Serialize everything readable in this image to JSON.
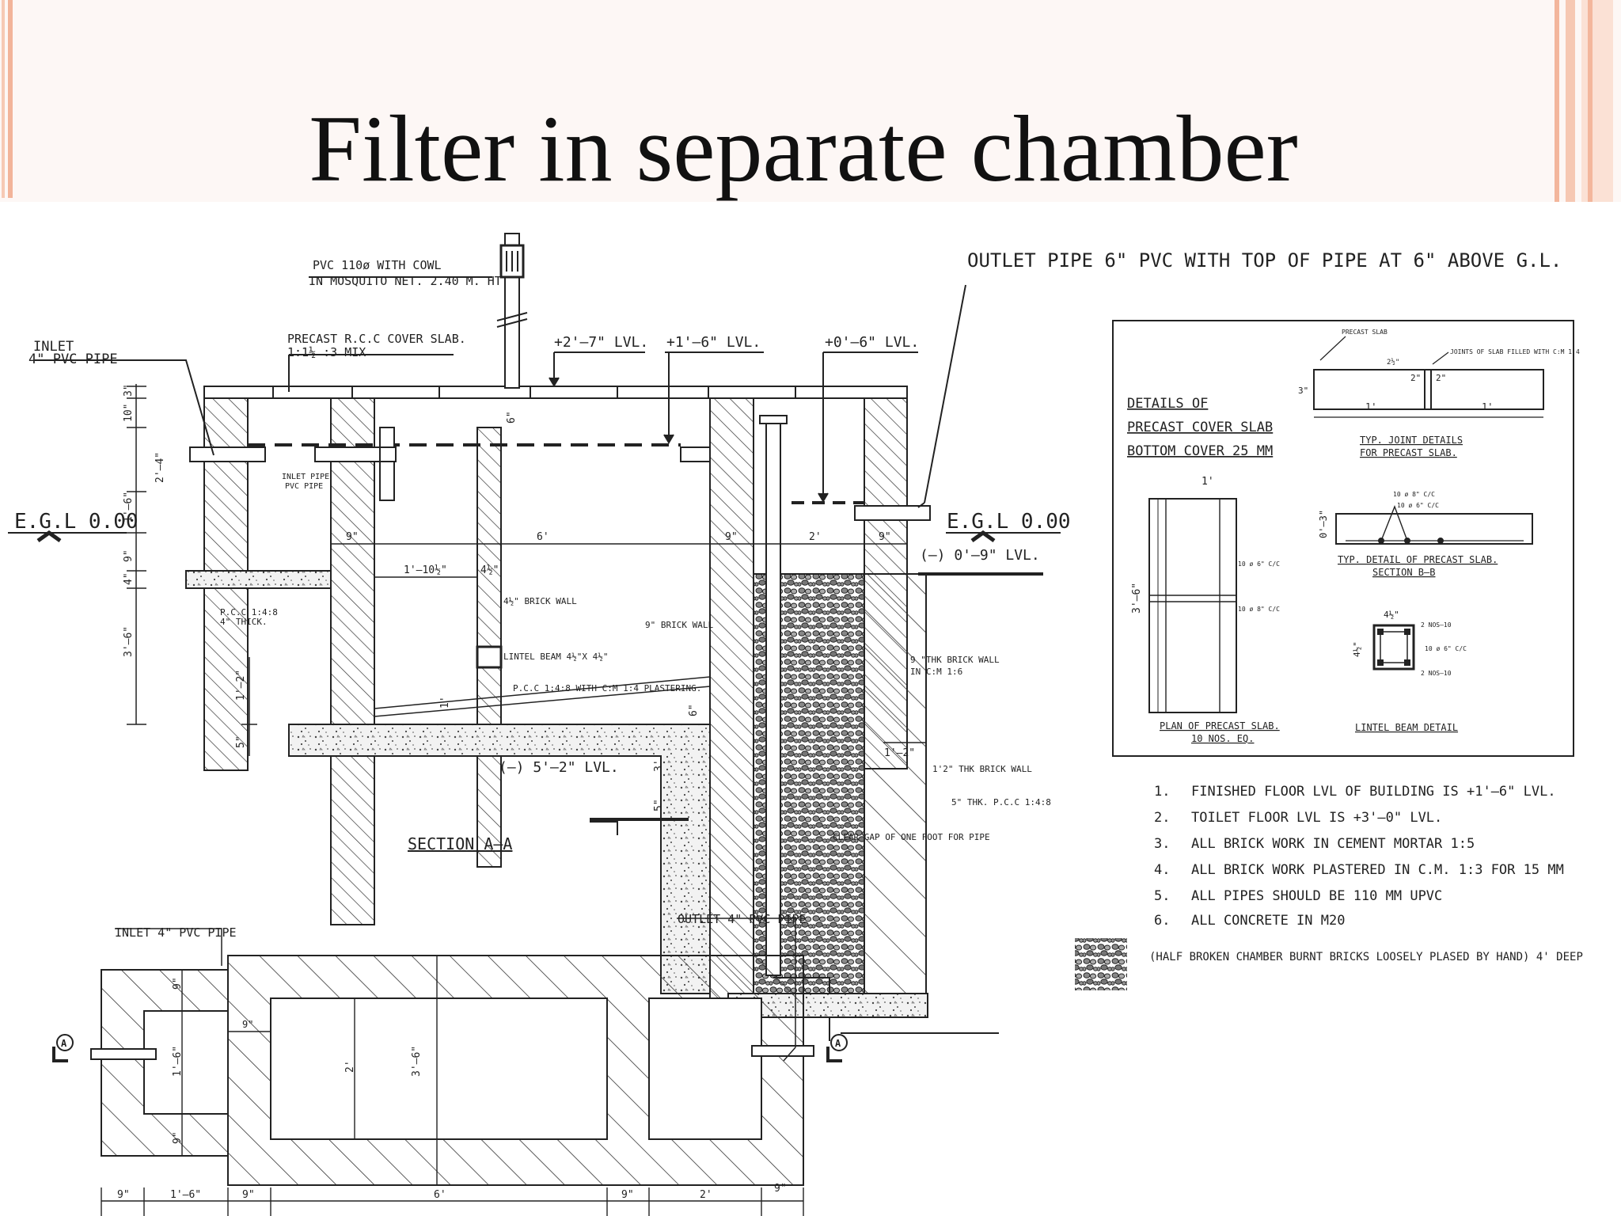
{
  "page": {
    "title": "Filter in separate chamber"
  },
  "section": {
    "pvc_cowl_line1": "PVC 110ø WITH COWL",
    "pvc_cowl_line2": "IN MOSQUITO NET. 2.40 M. HT",
    "inlet_line1": "INLET",
    "inlet_line2": "4\" PVC PIPE",
    "cover_slab_line1": "PRECAST R.C.C COVER SLAB.",
    "cover_slab_line2": "1:1½ :3 MIX",
    "lvl_a": "+2'–7\" LVL.",
    "lvl_b": "+1'–6\" LVL.",
    "lvl_c": "+0'–6\" LVL.",
    "outlet_note": "OUTLET PIPE 6\" PVC WITH TOP OF PIPE AT 6\" ABOVE G.L.",
    "egl_left": "E.G.L 0.00",
    "egl_right": "E.G.L 0.00",
    "lvl_minus9": "(–) 0'–9\" LVL.",
    "lvl_minus52": "(–) 5'–2\" LVL.",
    "inlet_pipe_line1": "INLET PIPE",
    "inlet_pipe_line2": "PVC PIPE",
    "pcc_line1": "P.C.C 1:4:8",
    "pcc_line2": "4\" THICK.",
    "brick_45": "4½\" BRICK WALL",
    "brick_9": "9\" BRICK WALL",
    "lintel": "LINTEL BEAM 4½\"X 4½\"",
    "pcc_plaster": "P.C.C 1:4:8 WITH C:M 1:4 PLASTERING.",
    "thk_brick_line1": "9 \"THK BRICK WALL",
    "thk_brick_line2": "IN C:M 1:6",
    "thk_12": "1'2\" THK BRICK WALL",
    "pcc_5": "5\" THK. P.C.C 1:4:8",
    "clear_gap": "CLEAR GAP OF ONE FOOT FOR PIPE",
    "section_label": "SECTION A–A",
    "dims": {
      "d9a": "9\"",
      "d1105": "1'–10½\"",
      "d45": "4½\"",
      "d6": "6'",
      "d9b": "9\"",
      "d2": "2'",
      "d9c": "9\"",
      "v3": "3\"",
      "v10": "10\"",
      "v24": "2'–4\"",
      "v16": "1'–6\"",
      "v9": "9\"",
      "v4": "4\"",
      "v36": "3'–6\"",
      "v12": "1'–2\"",
      "v5": "5\"",
      "v1": "1'",
      "v6": "6\"",
      "v6b": "6\"",
      "v3b": "3'",
      "v5b": "5\"",
      "h12": "1'–2\""
    }
  },
  "details": {
    "heading_line1": "DETAILS OF",
    "heading_line2": "PRECAST COVER SLAB",
    "heading_line3": "BOTTOM COVER 25 MM",
    "precast_slab": "PRECAST SLAB",
    "joints_note": "JOINTS OF SLAB FILLED WITH C:M 1:4",
    "joint_d1": "2\"",
    "joint_d2": "2\"",
    "joint_d3": "1'",
    "joint_d4": "1'",
    "joint_d5": "3\"",
    "joint_d6": "2½\"",
    "typ_joint_line1": "TYP. JOINT DETAILS",
    "typ_joint_line2": "FOR PRECAST SLAB.",
    "plan_width": "1'",
    "plan_height": "3'–6\"",
    "bar1": "10 ø 6\" C/C",
    "bar2": "10 ø 8\" C/C",
    "plan_caption_line1": "PLAN OF PRECAST SLAB.",
    "plan_caption_line2": "10 NOS. EQ.",
    "sec_bar1": "10 ø 8\" C/C",
    "sec_bar2": "10 ø 6\" C/C",
    "sec_depth": "0'–3\"",
    "sec_caption_line1": "TYP. DETAIL OF PRECAST SLAB.",
    "sec_caption_line2": "SECTION B–B",
    "lintel_w": "4½\"",
    "lintel_h": "4½\"",
    "lintel_bar_top": "2 NOS–10",
    "lintel_stirrup": "10 ø 6\" C/C",
    "lintel_bar_bot": "2 NOS–10",
    "lintel_caption": "LINTEL BEAM DETAIL"
  },
  "notes": [
    {
      "num": "1.",
      "text": "FINISHED FLOOR LVL OF BUILDING IS +1'–6\" LVL."
    },
    {
      "num": "2.",
      "text": "TOILET FLOOR LVL IS +3'–0\" LVL."
    },
    {
      "num": "3.",
      "text": "ALL BRICK WORK IN CEMENT MORTAR 1:5"
    },
    {
      "num": "4.",
      "text": "ALL BRICK WORK PLASTERED IN C.M. 1:3 FOR 15 MM"
    },
    {
      "num": "5.",
      "text": "ALL PIPES SHOULD BE 110 MM UPVC"
    },
    {
      "num": "6.",
      "text": "ALL CONCRETE IN M20"
    }
  ],
  "legend": {
    "text": "(HALF BROKEN CHAMBER BURNT BRICKS LOOSELY PLASED BY HAND) 4' DEEP"
  },
  "plan": {
    "inlet_label": "INLET 4\" PVC PIPE",
    "outlet_label": "OUTLET 4\" PVC PIPE",
    "marker_left": "A",
    "marker_right": "A",
    "v9a": "9\"",
    "v16": "1'–6\"",
    "v9b": "9\"",
    "v2": "2'",
    "v36": "3'–6\"",
    "d9": "9\"",
    "b1": "9\"",
    "b2": "1'–6\"",
    "b3": "9\"",
    "b4": "6'",
    "b5": "9\"",
    "b6": "2'",
    "b7": "9\""
  }
}
